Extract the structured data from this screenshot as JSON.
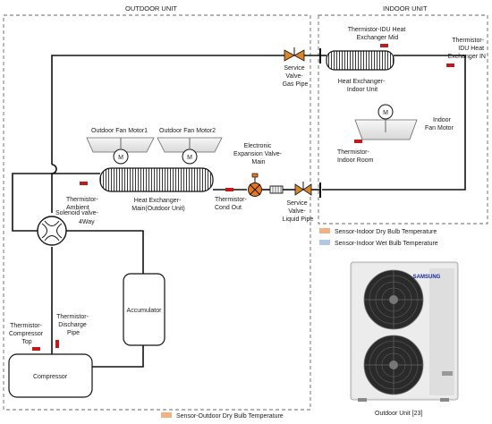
{
  "titles": {
    "outdoor_unit": "OUTDOOR UNIT",
    "indoor_unit": "INDOOR UNIT"
  },
  "components": {
    "service_valve_gas": [
      "Service",
      "Valve-",
      "Gas Pipe"
    ],
    "service_valve_liquid": [
      "Service",
      "Valve-",
      "Liquid Pipe"
    ],
    "thermistor_idu_mid": [
      "Thermistor-IDU Heat",
      "Exchanger Mid"
    ],
    "thermistor_idu_in": [
      "Thermistor-",
      "IDU Heat",
      "Exchanger IN"
    ],
    "heat_exchanger_indoor": [
      "Heat Exchanger-",
      "Indoor Unit"
    ],
    "indoor_fan_motor": [
      "Indoor",
      "Fan Motor"
    ],
    "thermistor_indoor_room": [
      "Thermistor-",
      "Indoor Room"
    ],
    "outdoor_fan_motor1": "Outdoor Fan Motor1",
    "outdoor_fan_motor2": "Outdoor Fan Motor2",
    "fan_motor_symbol": "M",
    "eev_main": [
      "Electronic",
      "Expansion Valve-",
      "Main"
    ],
    "thermistor_ambient": [
      "Thermistor-",
      "Ambient"
    ],
    "heat_exchanger_main": [
      "Heat Exchanger-",
      "Main(Outdoor Unit)"
    ],
    "thermistor_cond_out": [
      "Thermistor-",
      "Cond Out"
    ],
    "solenoid_valve": [
      "Solenoid valve-",
      "4Way"
    ],
    "accumulator": "Accumulator",
    "compressor": "Compressor",
    "thermistor_compressor_top": [
      "Thermistor-",
      "Compressor",
      "Top"
    ],
    "thermistor_discharge_pipe": [
      "Thermistor-",
      "Discharge",
      "Pipe"
    ]
  },
  "legend": {
    "indoor_dry_bulb": "Sensor-Indoor Dry Bulb Temperature",
    "indoor_wet_bulb": "Sensor-Indoor Wet Bulb Temperature",
    "outdoor_dry_bulb": "Sensor-Outdoor Dry Bulb Temperature"
  },
  "photo": {
    "brand": "SAMSUNG",
    "caption": "Outdoor Unit [23]"
  },
  "colors": {
    "thermistor": "#c21a1a",
    "indoor_dry_bulb": "#f4b183",
    "indoor_wet_bulb": "#b4c7e7",
    "outdoor_dry_bulb": "#f4b183",
    "eev": "#e87722",
    "brand": "#1428a0"
  }
}
